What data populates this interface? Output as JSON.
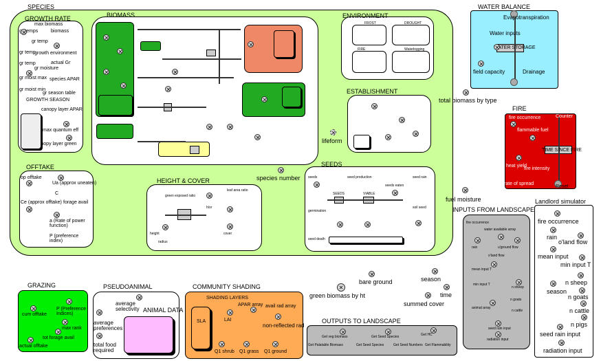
{
  "sections": {
    "species": "SPECIES",
    "growth_rate": "GROWTH RATE",
    "biomass": "BIOMASS",
    "environment": "ENVIRONMENT",
    "establishment": "ESTABLISHMENT",
    "offtake": "OFFTAKE",
    "height_cover": "HEIGHT & COVER",
    "seeds": "SEEDS",
    "water_balance": "WATER BALANCE",
    "fire": "FIRE",
    "landlord_simulator": "Landlord simulator",
    "inputs_from_landscape": "INPUTS FROM LANDSCAPE",
    "grazing": "GRAZING",
    "pseudoanimal": "PSEUDOANIMAL",
    "animal_data": "ANIMAL DATA",
    "community_shading": "COMMUNITY SHADING",
    "shading_layers": "SHADING LAYERS",
    "outputs_to_landscape": "OUTPUTS TO LANDSCAPE"
  },
  "growth_rate": {
    "items": [
      "max biomass",
      "biomass",
      "gr temps",
      "gr temp",
      "gr temp",
      "growth environment",
      "gr temp",
      "actual Gr",
      "gr moisture",
      "gr moist max",
      "species APAR",
      "gr moist min",
      "gr season table",
      "GROWTH SEASON",
      "canopy layer APAR",
      "max quantum eff",
      "canopy layer green"
    ]
  },
  "environment": {
    "items": [
      "FROST",
      "DROUGHT",
      "FIRE",
      "Waterlogging"
    ]
  },
  "offtake": {
    "items": [
      "op offtake",
      "Ua (approx uneaten)",
      "C",
      "Ce (approx offtake)",
      "forage avail",
      "a (Rate of power function)",
      "P (preference index)"
    ]
  },
  "height_cover": {
    "items": [
      "green exposed ratio",
      "h/sr",
      "cover",
      "height",
      "radius",
      "leaf area ratio"
    ]
  },
  "seeds": {
    "items": [
      "seeds",
      "seed production",
      "seed rain",
      "germination",
      "soil seed",
      "SEEDS",
      "VIABLE",
      "seeds eaten",
      "seed death"
    ]
  },
  "water_balance": {
    "items": [
      "Evapotranspiration",
      "Water inputs",
      "WATER STORAGE",
      "field capacity",
      "Drainage"
    ]
  },
  "fire": {
    "items": [
      "fire occurrence",
      "flammable fuel",
      "fire intensity",
      "Counter",
      "heat yield",
      "rate of spread",
      "TIME SINCE FIRE",
      "Reset"
    ]
  },
  "landlord": {
    "items": [
      "fire occurrence",
      "rain",
      "o'land flow",
      "mean input",
      "min input T",
      "n sheep",
      "season",
      "n goats",
      "n cattle",
      "n pigs",
      "seed rain input",
      "radiation input"
    ]
  },
  "inputs": {
    "items": [
      "fire occurrence",
      "water available array",
      "rain",
      "u'ground flow",
      "o'land flow",
      "mean input T",
      "min input T",
      "n sheep",
      "n goats",
      "n cattle",
      "animal array",
      "seed rain input",
      "radiation input"
    ]
  },
  "grazing": {
    "items": [
      "cum offtake",
      "P (Preference Indices)",
      "max rank",
      "tot forage avail",
      "actual offtake"
    ]
  },
  "pseudoanimal": {
    "items": [
      "average selectivity",
      "average preferences",
      "total food required"
    ]
  },
  "shading": {
    "items": [
      "SLA",
      "LAI",
      "APAR array",
      "avail rad array",
      "non-reflected rad",
      "Q1 shrub",
      "Q1 grass",
      "Q1 ground"
    ]
  },
  "outputs": {
    "items": [
      "Get veg biomass",
      "Get Palatable Biomass",
      "Get Seed Species",
      "Get Seed Species",
      "Get Seed Numbers",
      "Get HC",
      "Get Flammability"
    ]
  },
  "floating": {
    "total_biomass_by_type": "total biomass by type",
    "lifeform": "lifeform",
    "species_number": "species number",
    "fuel_moisture": "fuel moisture",
    "bare_ground": "bare ground",
    "green_biomass_by_ht": "green biomass by ht",
    "season": "season",
    "time": "time",
    "summed_cover": "summed cover"
  },
  "colors": {
    "species_bg": "#ccff99",
    "water_bg": "#99eeff",
    "fire_bg": "#dd0000",
    "grazing_bg": "#00ee00",
    "shading_bg": "#ffaa55",
    "outputs_bg": "#bbbbbb",
    "biomass_green": "#22aa22",
    "biomass_salmon": "#ee8866",
    "yellow": "#ffff99",
    "animal_pink": "#ffbbff"
  }
}
